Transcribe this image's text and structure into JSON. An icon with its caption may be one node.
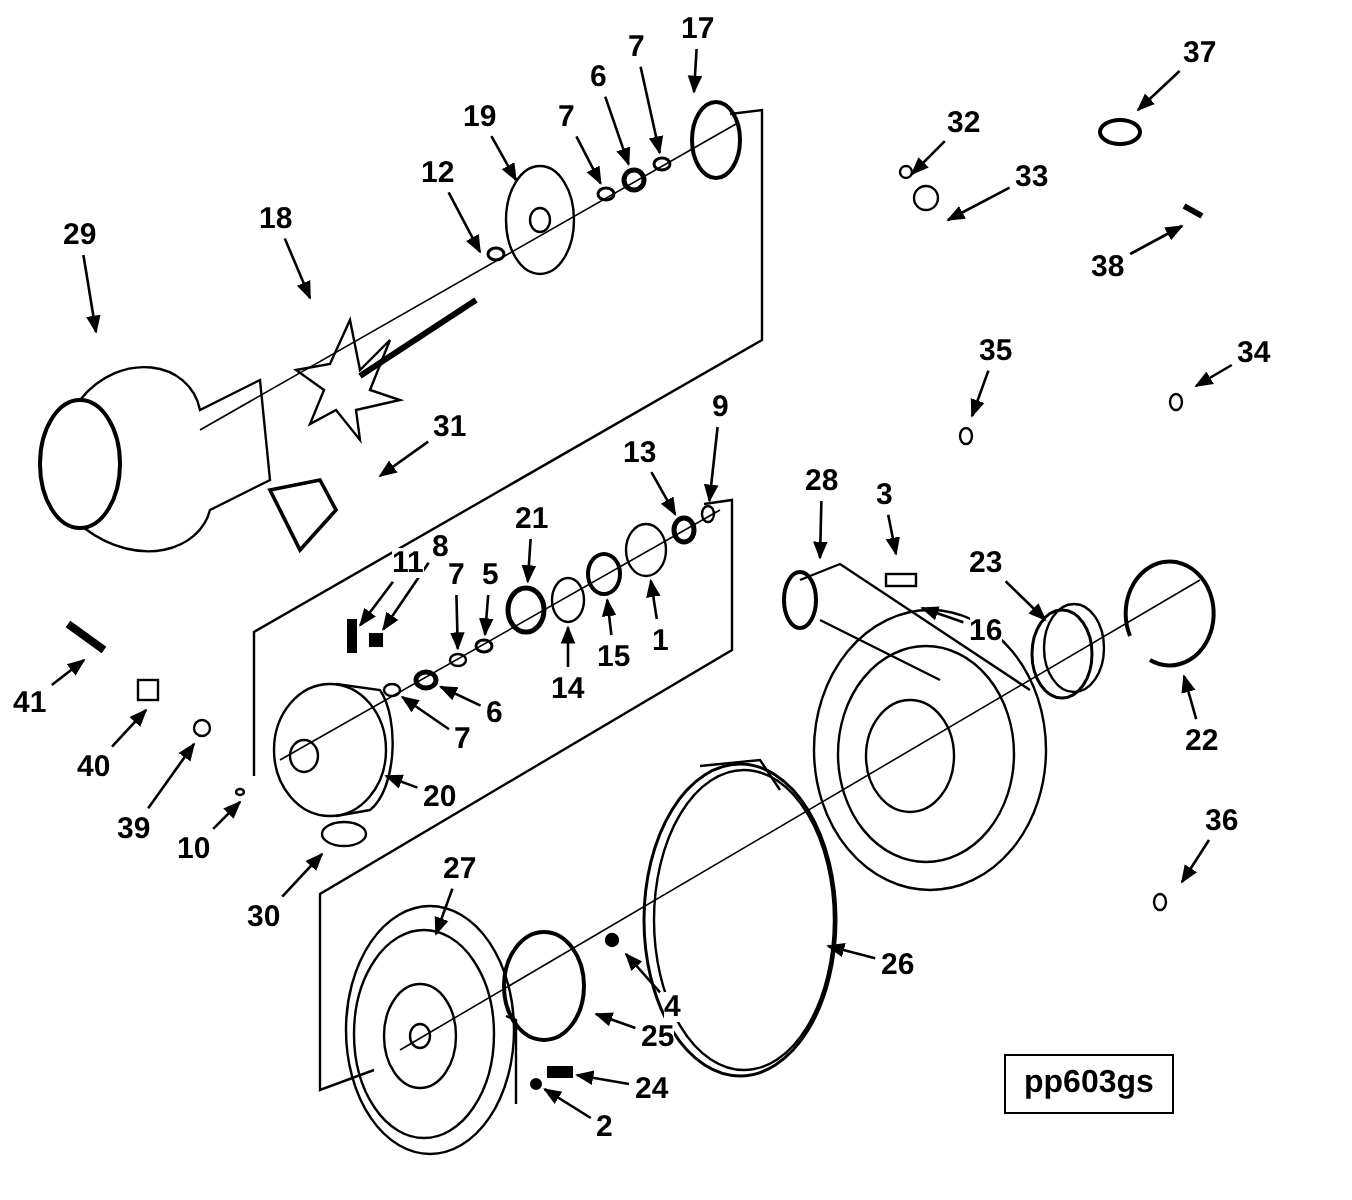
{
  "diagram": {
    "nodes": [
      {
        "text": [
          "17"
        ]
      },
      {
        "text": [
          "7"
        ]
      },
      {
        "text": [
          "6"
        ]
      },
      {
        "text": [
          "7"
        ]
      },
      {
        "text": [
          "19"
        ]
      },
      {
        "text": [
          "12"
        ]
      },
      {
        "text": [
          "29"
        ]
      },
      {
        "text": [
          "18"
        ]
      },
      {
        "text": [
          "32"
        ]
      },
      {
        "text": [
          "33"
        ]
      },
      {
        "text": [
          "37"
        ]
      },
      {
        "text": [
          "38"
        ]
      },
      {
        "text": [
          "35"
        ]
      },
      {
        "text": [
          "34"
        ]
      },
      {
        "text": [
          "31"
        ]
      },
      {
        "text": [
          "9"
        ]
      },
      {
        "text": [
          "13"
        ]
      },
      {
        "text": [
          "28"
        ]
      },
      {
        "text": [
          "3"
        ]
      },
      {
        "text": [
          "21"
        ]
      },
      {
        "text": [
          "8"
        ]
      },
      {
        "text": [
          "11"
        ]
      },
      {
        "text": [
          "7"
        ]
      },
      {
        "text": [
          "5"
        ]
      },
      {
        "text": [
          "23"
        ]
      },
      {
        "text": [
          "16"
        ]
      },
      {
        "text": [
          "1"
        ]
      },
      {
        "text": [
          "15"
        ]
      },
      {
        "text": [
          "14"
        ]
      },
      {
        "text": [
          "41"
        ]
      },
      {
        "text": [
          "6"
        ]
      },
      {
        "text": [
          "7"
        ]
      },
      {
        "text": [
          "22"
        ]
      },
      {
        "text": [
          "40"
        ]
      },
      {
        "text": [
          "20"
        ]
      },
      {
        "text": [
          "39"
        ]
      },
      {
        "text": [
          "36"
        ]
      },
      {
        "text": [
          "10"
        ]
      },
      {
        "text": [
          "27"
        ]
      },
      {
        "text": [
          "30"
        ]
      },
      {
        "text": [
          "26"
        ]
      },
      {
        "text": [
          "4"
        ]
      },
      {
        "text": [
          "25"
        ]
      },
      {
        "text": [
          "24"
        ]
      },
      {
        "text": [
          "pp603gs"
        ]
      },
      {
        "text": [
          "2"
        ]
      },
      {
        "text": [],
        "shape": "circle"
      },
      {
        "text": [],
        "shape": "circle"
      },
      {
        "text": [],
        "shape": "circle"
      },
      {
        "text": [],
        "shape": "bar"
      },
      {
        "text": [],
        "shape": "circle"
      },
      {
        "text": [],
        "shape": "circle"
      },
      {
        "text": [],
        "shape": "circle"
      },
      {
        "text": [],
        "shape": "circle"
      },
      {
        "text": [],
        "shape": "circle"
      },
      {
        "text": [],
        "shape": "bar"
      },
      {
        "text": [],
        "shape": "circle"
      },
      {
        "text": [],
        "shape": "circle"
      },
      {
        "text": [],
        "shape": "circle"
      },
      {
        "text": [],
        "shape": "circle"
      },
      {
        "text": [],
        "shape": "circle"
      },
      {
        "text": [],
        "shape": "bar"
      },
      {
        "text": [],
        "shape": "circle"
      },
      {
        "text": [],
        "shape": "circle"
      }
    ],
    "edges": [
      {
        "from": 0,
        "to": null,
        "arrow": "to"
      },
      {
        "from": 1,
        "to": 62,
        "arrow": "to"
      },
      {
        "from": 2,
        "to": 46,
        "arrow": "to"
      },
      {
        "from": 3,
        "to": 56,
        "arrow": "to"
      },
      {
        "from": 4,
        "to": null,
        "arrow": "to"
      },
      {
        "from": 5,
        "to": null,
        "arrow": "to"
      },
      {
        "from": 6,
        "to": null,
        "arrow": "to"
      },
      {
        "from": 7,
        "to": null,
        "arrow": "to"
      },
      {
        "from": 8,
        "to": null,
        "arrow": "to"
      },
      {
        "from": 9,
        "to": null,
        "arrow": "to"
      },
      {
        "from": 10,
        "to": null,
        "arrow": "to"
      },
      {
        "from": 11,
        "to": null,
        "arrow": "to"
      },
      {
        "from": 12,
        "to": null,
        "arrow": "to"
      },
      {
        "from": 13,
        "to": null,
        "arrow": "to"
      },
      {
        "from": 14,
        "to": null,
        "arrow": "to"
      },
      {
        "from": 15,
        "to": 47,
        "arrow": "to"
      },
      {
        "from": 16,
        "to": 63,
        "arrow": "to"
      },
      {
        "from": 17,
        "to": null,
        "arrow": "to"
      },
      {
        "from": 18,
        "to": null,
        "arrow": "to"
      },
      {
        "from": 19,
        "to": 48,
        "arrow": "to"
      },
      {
        "from": 20,
        "to": 49,
        "arrow": "to"
      },
      {
        "from": 21,
        "to": 61,
        "arrow": "to"
      },
      {
        "from": 22,
        "to": 57,
        "arrow": "to"
      },
      {
        "from": 23,
        "to": 50,
        "arrow": "to"
      },
      {
        "from": 24,
        "to": 51,
        "arrow": "to"
      },
      {
        "from": 25,
        "to": null,
        "arrow": "to"
      },
      {
        "from": 26,
        "to": 52,
        "arrow": "to"
      },
      {
        "from": 27,
        "to": 58,
        "arrow": "to"
      },
      {
        "from": 28,
        "to": 53,
        "arrow": "to"
      },
      {
        "from": 29,
        "to": null,
        "arrow": "to"
      },
      {
        "from": 30,
        "to": 54,
        "arrow": "to"
      },
      {
        "from": 31,
        "to": 59,
        "arrow": "to"
      },
      {
        "from": 32,
        "to": null,
        "arrow": "to"
      },
      {
        "from": 33,
        "to": null,
        "arrow": "to"
      },
      {
        "from": 34,
        "to": null,
        "arrow": "to"
      },
      {
        "from": 35,
        "to": null,
        "arrow": "to"
      },
      {
        "from": 36,
        "to": null,
        "arrow": "to"
      },
      {
        "from": 37,
        "to": null,
        "arrow": "to"
      },
      {
        "from": 38,
        "to": null,
        "arrow": "to"
      },
      {
        "from": 39,
        "to": null,
        "arrow": "to"
      },
      {
        "from": 40,
        "to": null,
        "arrow": "to"
      },
      {
        "from": 41,
        "to": null,
        "arrow": "to"
      },
      {
        "from": 42,
        "to": null,
        "arrow": "to"
      },
      {
        "from": 43,
        "to": 55,
        "arrow": "to"
      },
      {
        "from": 45,
        "to": 60,
        "arrow": "to"
      }
    ]
  }
}
